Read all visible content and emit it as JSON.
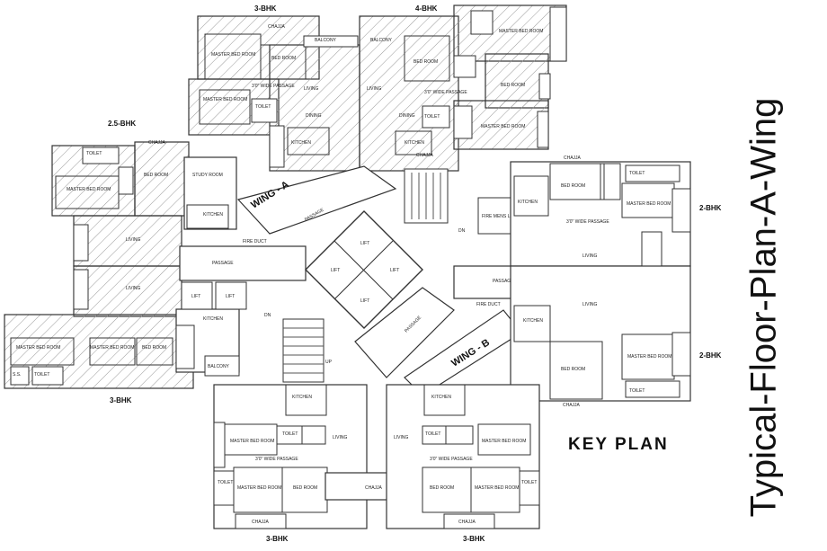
{
  "title": "Typical-Floor-Plan-A-Wing",
  "key_plan": "KEY PLAN",
  "flat_types": {
    "top_left": "3-BHK",
    "top_right": "4-BHK",
    "left": "2.5-BHK",
    "bottom_left": "3-BHK",
    "right_top": "2-BHK",
    "right_bottom": "2-BHK",
    "bottom_1": "3-BHK",
    "bottom_2": "3-BHK"
  },
  "wings": {
    "a": "WING - A",
    "b": "WING - B"
  },
  "labels": {
    "passage": "PASSAGE",
    "lift": "LIFT",
    "fire_mens_lift": "FIRE MENS LIFT",
    "chajja": "CHAJJA",
    "kitchen": "KITCHEN",
    "living": "LIVING",
    "toilet": "TOILET",
    "master_bed_room": "MASTER BED ROOM",
    "bed_room": "BED ROOM",
    "study_room": "STUDY ROOM",
    "dining": "DINING",
    "balcony": "BALCONY",
    "wide_passage": "3'0\" WIDE PASSAGE",
    "fire_duct": "FIRE DUCT",
    "dn": "DN",
    "up": "UP",
    "ss": "S.S."
  }
}
